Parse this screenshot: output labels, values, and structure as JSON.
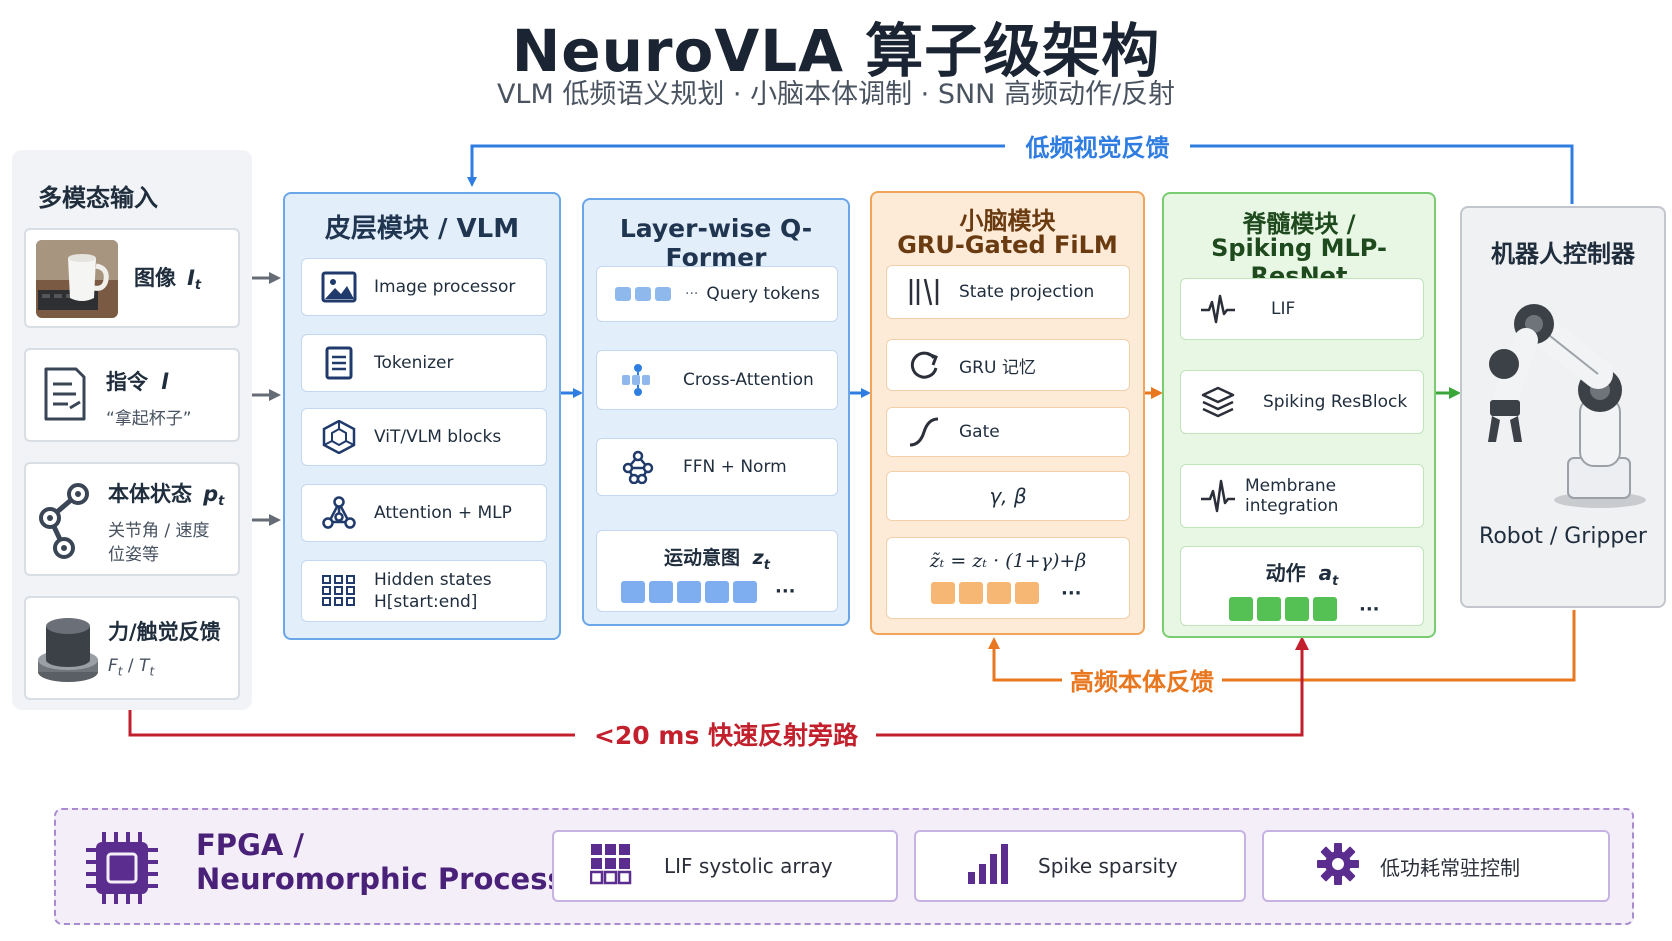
{
  "title": "NeuroVLA 算子级架构",
  "subtitle": "VLM 低频语义规划 · 小脑本体调制 · SNN 高频动作/反射",
  "feedback": {
    "low_freq_visual": "低频视觉反馈",
    "high_freq_proprio": "高频本体反馈",
    "reflex_bypass": "<20 ms 快速反射旁路"
  },
  "inputs": {
    "title": "多模态输入",
    "image": {
      "label": "图像",
      "var": "I",
      "sub": "t",
      "icon": "coffee-mug-photo"
    },
    "instruction": {
      "label": "指令",
      "var": "l",
      "text": "“拿起杯子”",
      "icon": "document-icon"
    },
    "proprio": {
      "label": "本体状态",
      "var": "p",
      "sub": "t",
      "line1": "关节角 / 速度",
      "line2": "位姿等",
      "icon": "robot-arm-joint-icon"
    },
    "force": {
      "label": "力/触觉反馈",
      "text_F": "F",
      "text_sep": " / ",
      "text_T": "T",
      "sub": "t",
      "icon": "force-sensor-icon"
    }
  },
  "cortex": {
    "title": "皮层模块 / VLM",
    "items": [
      {
        "label": "Image processor",
        "icon": "image-icon"
      },
      {
        "label": "Tokenizer",
        "icon": "document-lines-icon"
      },
      {
        "label": "ViT/VLM blocks",
        "icon": "hexagon-network-icon"
      },
      {
        "label": "Attention + MLP",
        "icon": "node-graph-icon"
      },
      {
        "label": "Hidden states",
        "label2": "H[start:end]",
        "icon": "grid-icon"
      }
    ]
  },
  "qformer": {
    "title": "Layer-wise Q-Former",
    "items": [
      {
        "label": "Query tokens",
        "ellipsis": "···",
        "icon": "query-tokens-icon"
      },
      {
        "label": "Cross-Attention",
        "icon": "cross-attention-icon"
      },
      {
        "label": "FFN + Norm",
        "icon": "ffn-icon"
      }
    ],
    "output": {
      "label": "运动意图",
      "var": "z",
      "sub": "t",
      "ellipsis": "···"
    }
  },
  "cerebellum": {
    "title1": "小脑模块",
    "title2": "GRU-Gated FiLM",
    "items": [
      {
        "label": "State projection",
        "icon": "bars-icon"
      },
      {
        "label": "GRU 记忆",
        "icon": "refresh-icon"
      },
      {
        "label": "Gate",
        "icon": "sigmoid-icon"
      },
      {
        "label": "γ, β"
      }
    ],
    "formula": "z̃ₜ = zₜ · (1+γ)+β",
    "ellipsis": "···"
  },
  "spinal": {
    "title1": "脊髓模块 /",
    "title2": "Spiking MLP-ResNet",
    "items": [
      {
        "label": "LIF",
        "icon": "spike-icon"
      },
      {
        "label": "Spiking ResBlock",
        "icon": "layers-icon"
      },
      {
        "label": "Membrane integration",
        "icon": "membrane-spike-icon"
      }
    ],
    "output": {
      "label": "动作",
      "var": "a",
      "sub": "t",
      "ellipsis": "···"
    }
  },
  "controller": {
    "title": "机器人控制器",
    "label": "Robot / Gripper",
    "icon": "robot-arm-icon"
  },
  "fpga": {
    "title1": "FPGA /",
    "title2": "Neuromorphic Processor",
    "items": [
      {
        "label": "LIF systolic array",
        "icon": "grid-array-icon"
      },
      {
        "label": "Spike sparsity",
        "icon": "bar-chart-icon"
      },
      {
        "label": "低功耗常驻控制",
        "icon": "gear-icon"
      }
    ]
  },
  "colors": {
    "blue": "#2f7de0",
    "orange": "#e8771f",
    "green": "#3aa63a",
    "red": "#c2202c",
    "purple": "#5b2d8e"
  }
}
